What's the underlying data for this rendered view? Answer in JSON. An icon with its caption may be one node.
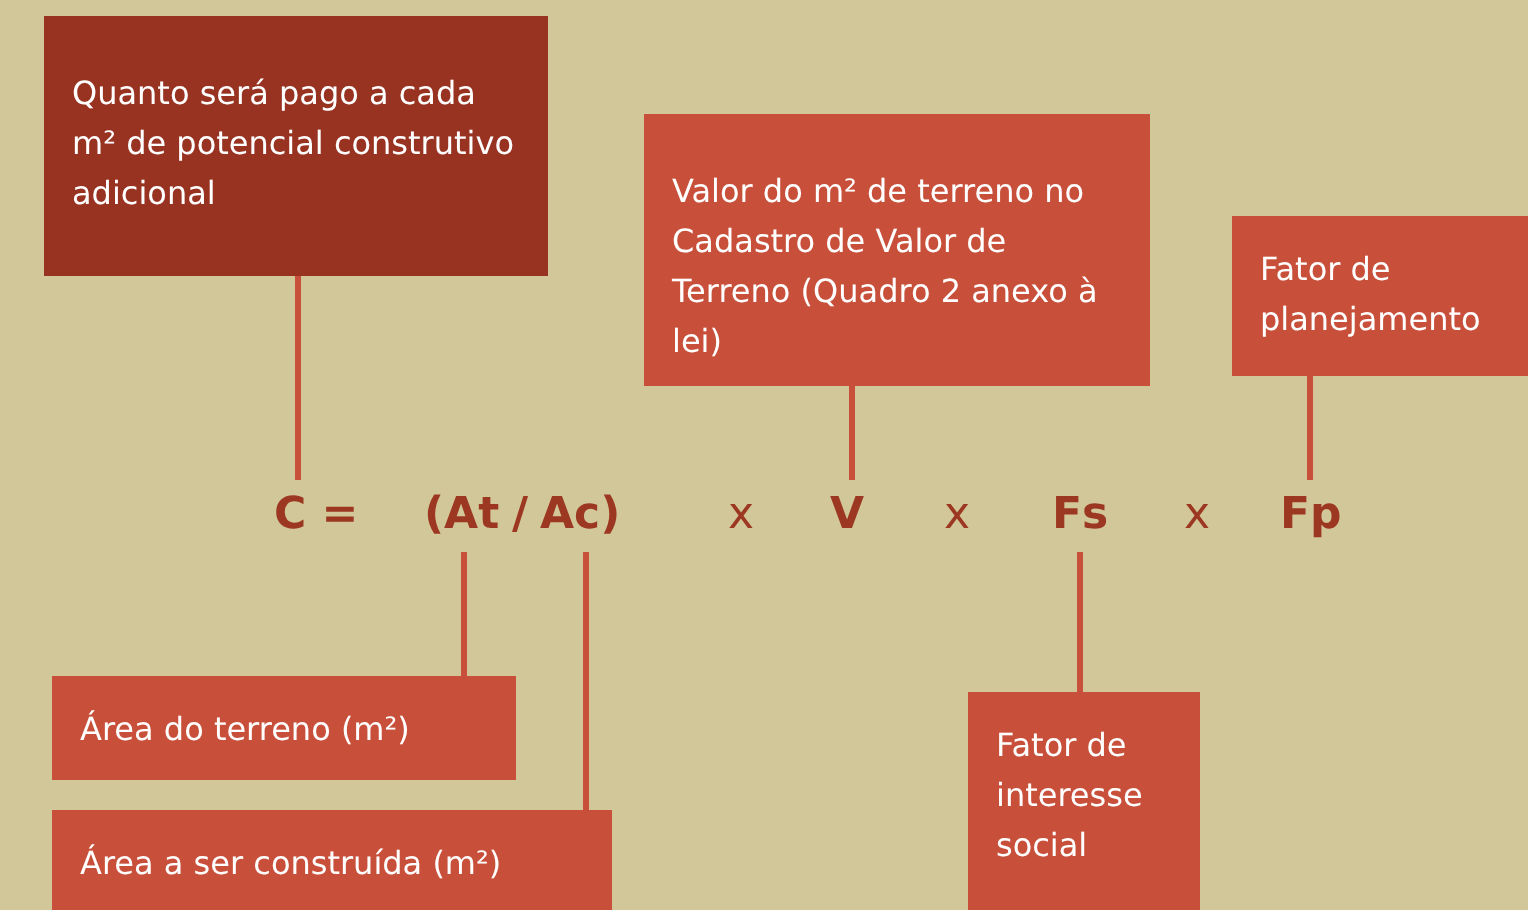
{
  "diagram": {
    "nodes": [
      {
        "text": [
          "Quanto será pago a cada m² de potencial construtivo adicional"
        ]
      },
      {
        "text": [
          "Valor do m² de terreno no Cadastro de Valor de Terreno (Quadro 2 anexo à lei)"
        ]
      },
      {
        "text": [
          "Fator de planejamento"
        ]
      },
      {
        "text": [
          "C ="
        ]
      },
      {
        "text": [
          "(At"
        ]
      },
      {
        "text": [
          "Ac)"
        ]
      },
      {
        "text": [
          "V"
        ]
      },
      {
        "text": [
          "Fs"
        ]
      },
      {
        "text": [
          "Fp"
        ]
      },
      {
        "text": [
          "Área do terreno (m²)"
        ]
      },
      {
        "text": [
          "Fator de interesse social"
        ]
      },
      {
        "text": [
          "Área a ser construída (m²)"
        ]
      }
    ],
    "edges": [
      {
        "from": 0,
        "to": 3,
        "arrow": "none"
      },
      {
        "from": 1,
        "to": 6,
        "arrow": "none"
      },
      {
        "from": 2,
        "to": 8,
        "arrow": "none"
      },
      {
        "from": 9,
        "to": 4,
        "arrow": "none"
      },
      {
        "from": 11,
        "to": 5,
        "arrow": "none"
      },
      {
        "from": 10,
        "to": 7,
        "arrow": "none"
      }
    ],
    "labels": [
      "/",
      "x",
      "x",
      "x"
    ]
  }
}
